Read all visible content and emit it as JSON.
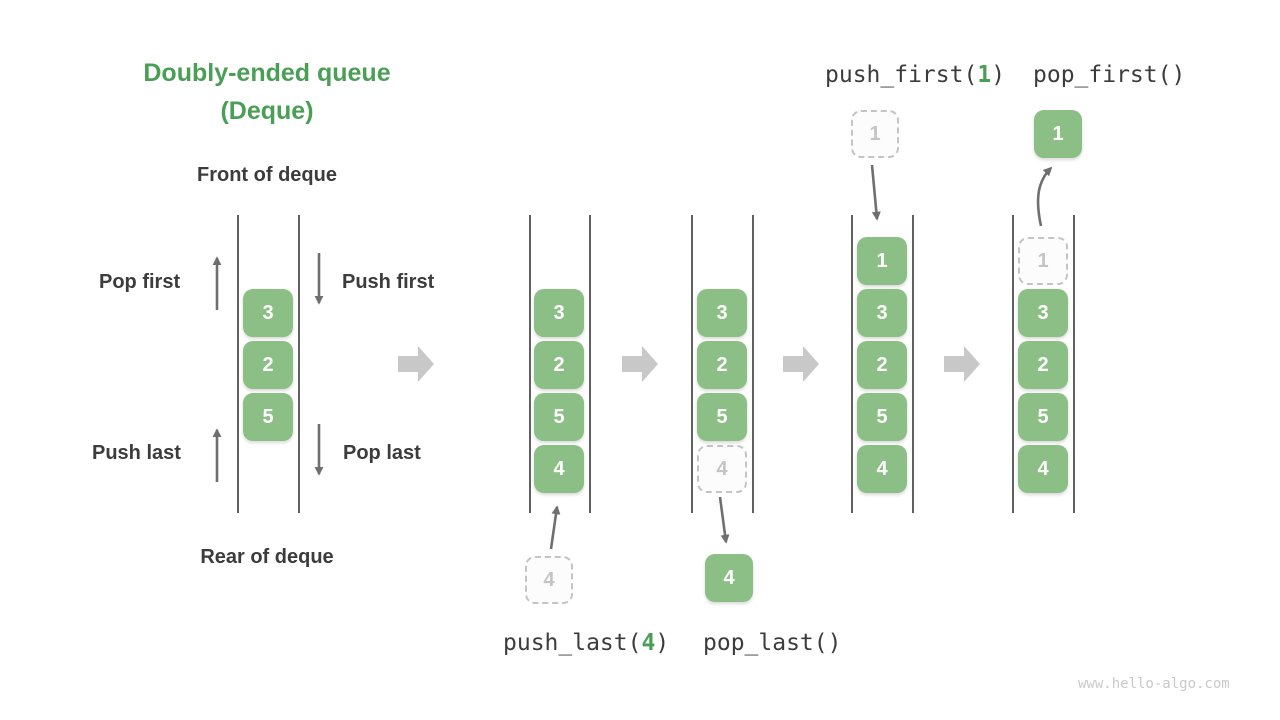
{
  "title": {
    "line1": "Doubly-ended queue",
    "line2": "(Deque)"
  },
  "deque": {
    "front_label": "Front of deque",
    "rear_label": "Rear of deque",
    "op_pop_first": "Pop first",
    "op_push_first": "Push first",
    "op_push_last": "Push last",
    "op_pop_last": "Pop last",
    "cells": [
      "3",
      "2",
      "5"
    ]
  },
  "stage1": {
    "op_prefix": "push_last(",
    "op_arg": "4",
    "op_suffix": ")",
    "cells": [
      "3",
      "2",
      "5",
      "4"
    ],
    "incoming_value": "4"
  },
  "stage2": {
    "op_prefix": "pop_last()",
    "op_arg": "",
    "op_suffix": "",
    "cells": [
      "3",
      "2",
      "5"
    ],
    "removed_value": "4",
    "popped_value": "4"
  },
  "stage3": {
    "op_prefix": "push_first(",
    "op_arg": "1",
    "op_suffix": ")",
    "cells": [
      "1",
      "3",
      "2",
      "5",
      "4"
    ],
    "incoming_value": "1"
  },
  "stage4": {
    "op_prefix": "pop_first()",
    "op_arg": "",
    "op_suffix": "",
    "cells": [
      "3",
      "2",
      "5",
      "4"
    ],
    "removed_value": "1",
    "popped_value": "1"
  },
  "watermark": "www.hello-algo.com",
  "colors": {
    "cell_green": "#8CBF85",
    "accent_green": "#4A9E55",
    "text_dark": "#3C3C3C",
    "rail_gray": "#606060",
    "arrow_gray": "#6F6F6F",
    "stage_arrow_gray": "#C8C8C8",
    "ghost_gray": "#C4C4C4"
  }
}
